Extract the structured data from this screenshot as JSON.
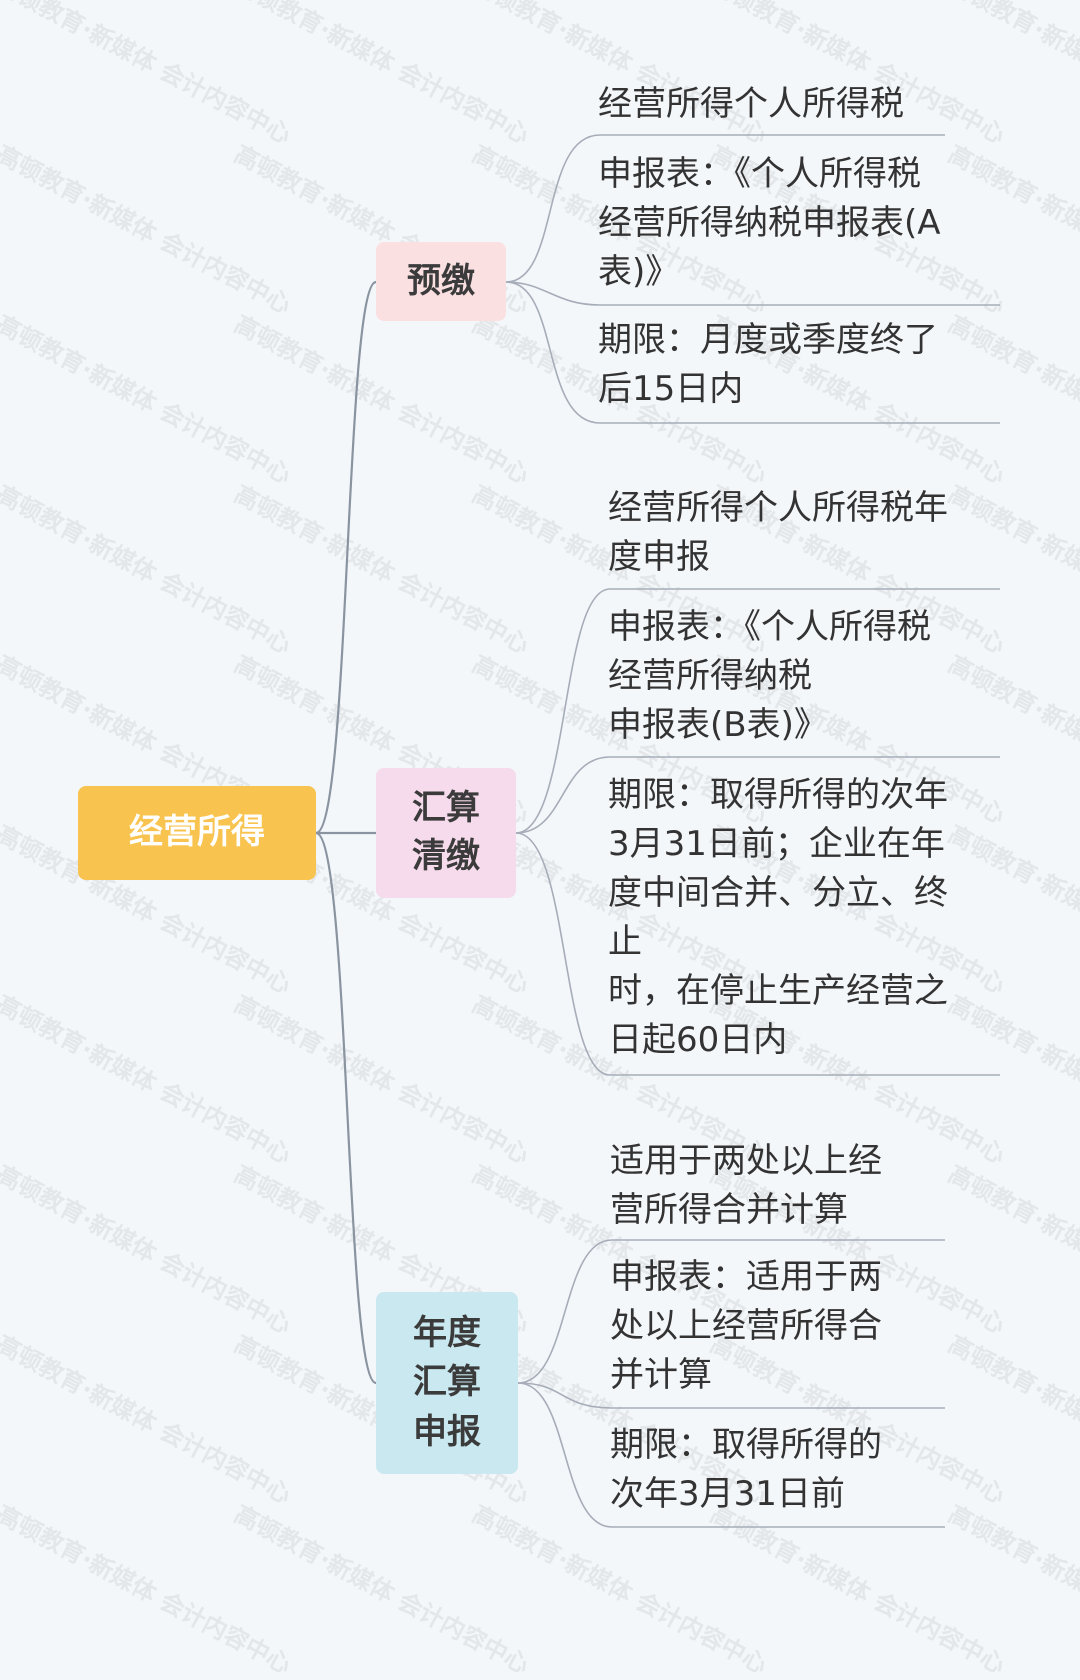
{
  "root": {
    "label": "经营所得"
  },
  "branches": [
    {
      "label": "预缴",
      "leaves": [
        "经营所得个人所得税",
        "申报表：《个人所得税\n经营所得纳税申报表(A\n表)》",
        "期限：月度或季度终了\n后15日内"
      ]
    },
    {
      "label": "汇算\n清缴",
      "leaves": [
        "经营所得个人所得税年\n度申报",
        "申报表：《个人所得税\n经营所得纳税\n申报表(B表)》",
        "期限：取得所得的次年\n3月31日前；企业在年\n度中间合并、分立、终\n止\n时，在停止生产经营之\n日起60日内"
      ]
    },
    {
      "label": "年度\n汇算\n申报",
      "leaves": [
        "适用于两处以上经\n营所得合并计算",
        "申报表：适用于两\n处以上经营所得合\n并计算",
        "期限：取得所得的\n次年3月31日前"
      ]
    }
  ],
  "watermark": "高顿教育·新媒体 会计内容中心",
  "colors": {
    "root": "#f8c34f",
    "branch_1": "#fbe0e2",
    "branch_2": "#f5dbeb",
    "branch_3": "#c9e8f0",
    "connector": "#8a93a0"
  }
}
